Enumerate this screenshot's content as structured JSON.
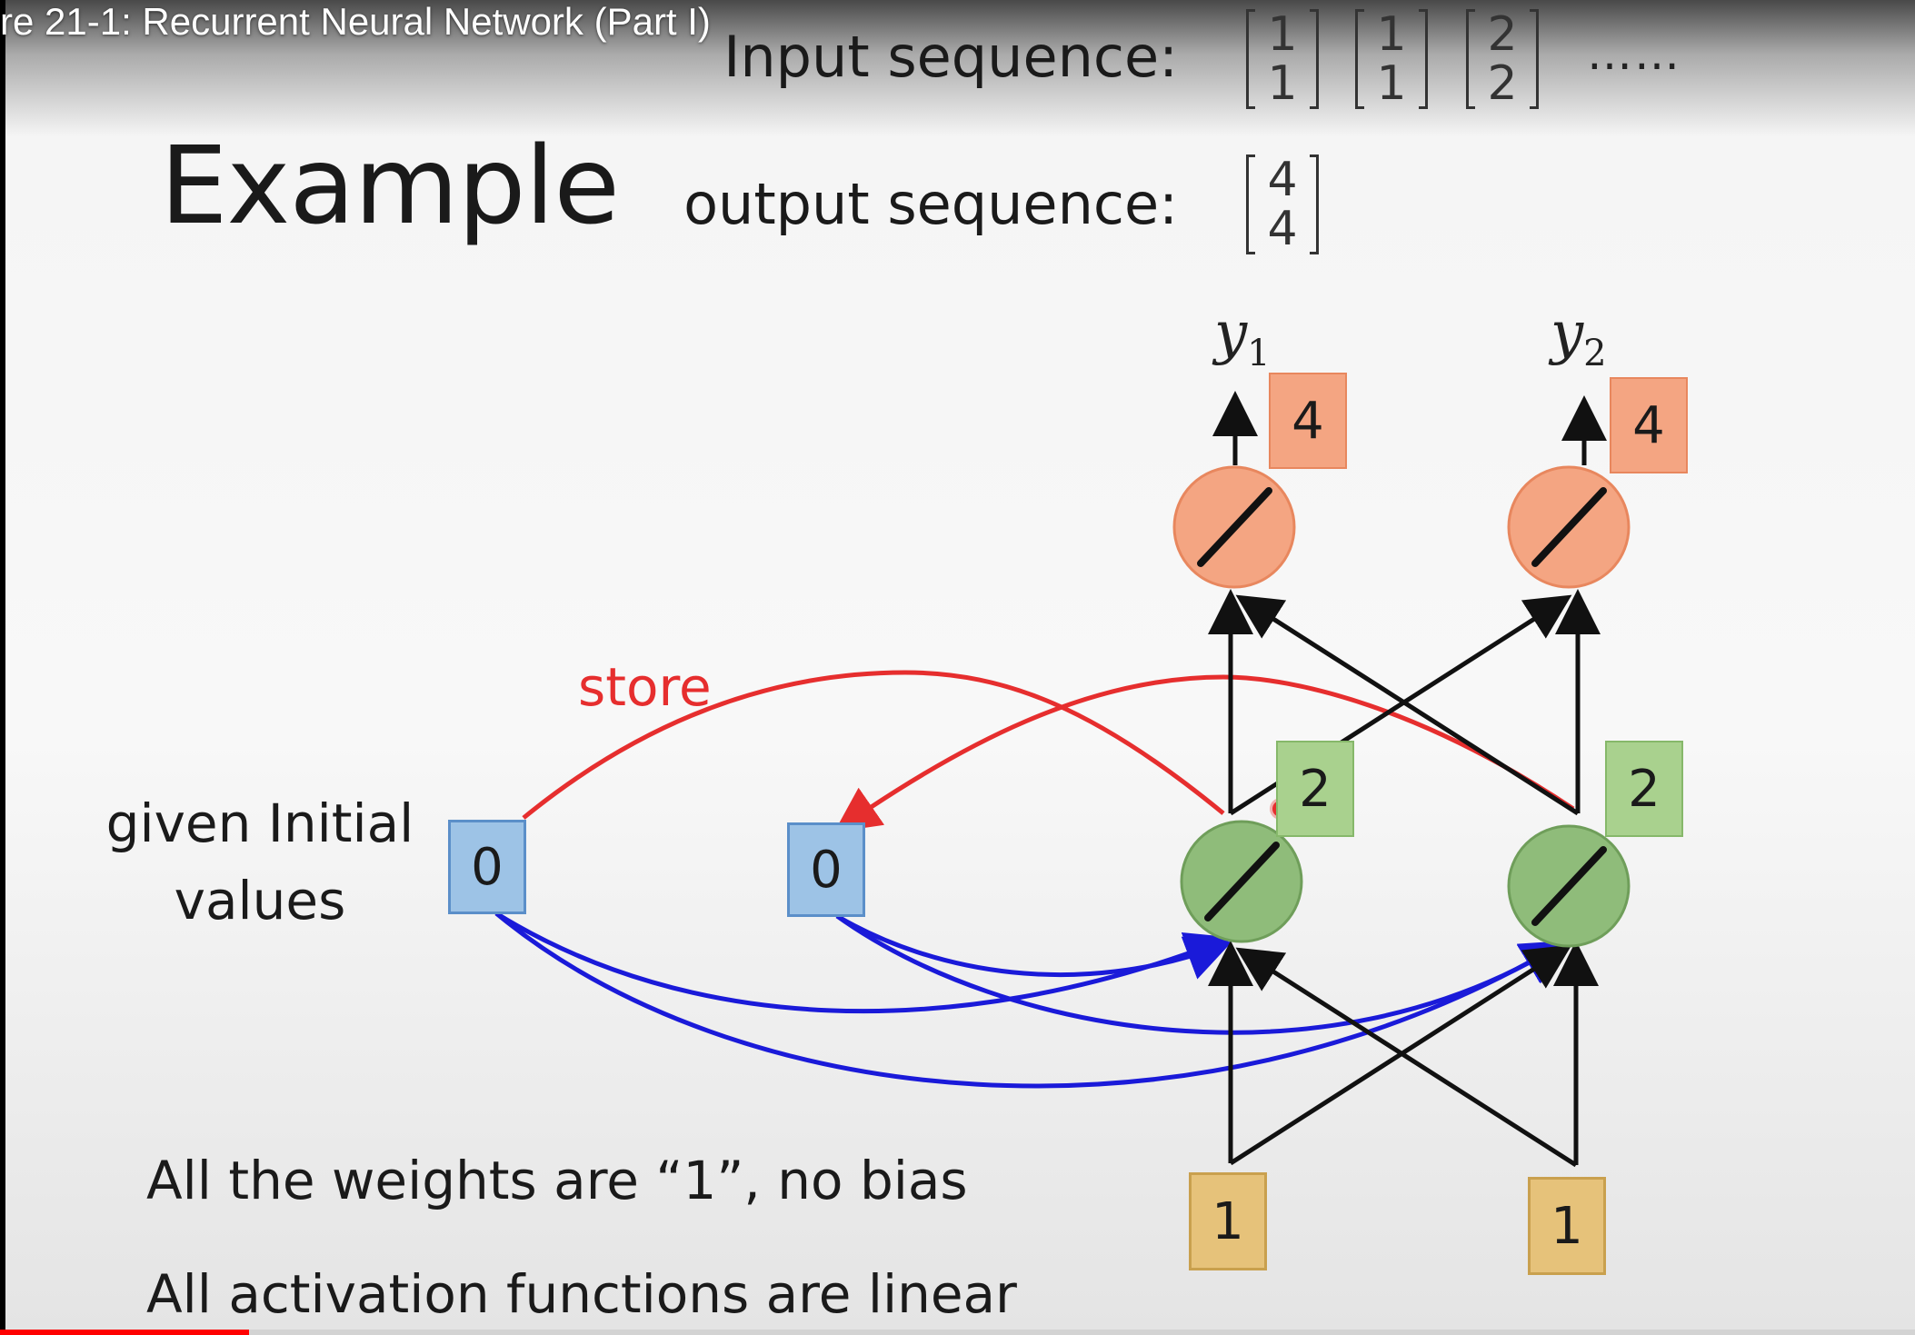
{
  "video": {
    "title": "re 21-1: Recurrent Neural Network (Part I)",
    "progress": 0.13
  },
  "slide": {
    "heading": "Example",
    "input_label": "Input sequence:",
    "output_label": "output sequence:",
    "input_vectors": [
      {
        "top": "1",
        "bottom": "1"
      },
      {
        "top": "1",
        "bottom": "1"
      },
      {
        "top": "2",
        "bottom": "2"
      }
    ],
    "ellipsis": "…… ",
    "output_vectors": [
      {
        "top": "4",
        "bottom": "4"
      }
    ],
    "y1": {
      "var": "y",
      "sub": "1"
    },
    "y2": {
      "var": "y",
      "sub": "2"
    },
    "output_values": [
      "4",
      "4"
    ],
    "hidden_values": [
      "2",
      "2"
    ],
    "memory_values": [
      "0",
      "0"
    ],
    "input_values": [
      "1",
      "1"
    ],
    "given_initial_line1": "given Initial",
    "given_initial_line2": "values",
    "store_label": "store",
    "note_weights": "All the weights are “1”, no bias",
    "note_activation": "All activation functions are linear",
    "colors": {
      "output_neuron": "#f4a582",
      "hidden_neuron": "#a9d18e",
      "memory_cell": "#9dc3e6",
      "input_cell": "#e6c27a",
      "store_arrow": "#e62e2e",
      "memory_arrow": "#1a1ad9"
    }
  }
}
